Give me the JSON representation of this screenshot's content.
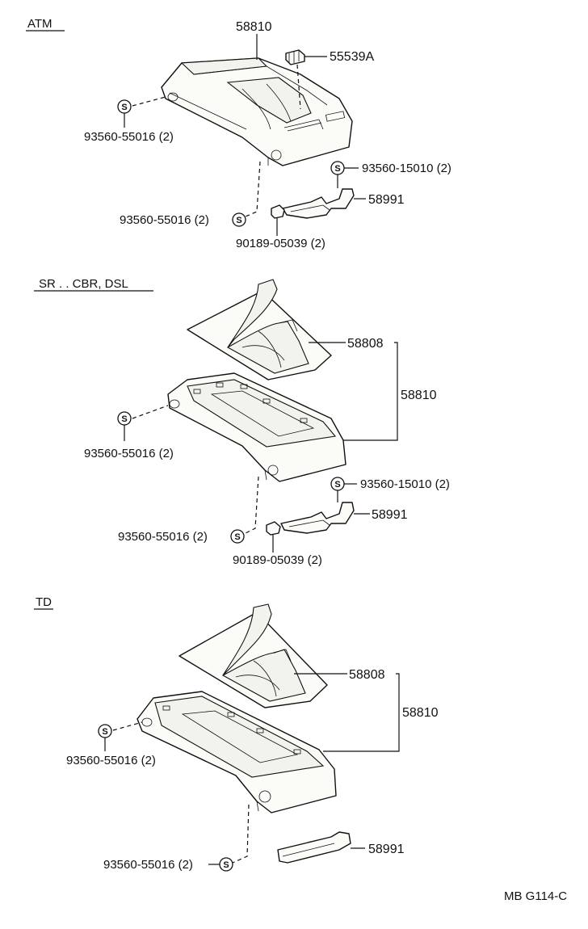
{
  "sections": {
    "atm": {
      "title": "ATM",
      "labels": {
        "p58810": "58810",
        "p55539a": "55539A",
        "screw_left": "93560-55016 (2)",
        "screw_right": "93560-15010 (2)",
        "p58991": "58991",
        "screw_bottom": "93560-55016 (2)",
        "clip": "90189-05039 (2)"
      }
    },
    "sr": {
      "title": "SR . . CBR, DSL",
      "labels": {
        "p58808": "58808",
        "p58810": "58810",
        "screw_left": "93560-55016 (2)",
        "screw_right": "93560-15010 (2)",
        "p58991": "58991",
        "screw_bottom": "93560-55016 (2)",
        "clip": "90189-05039 (2)"
      }
    },
    "td": {
      "title": "TD",
      "labels": {
        "p58808": "58808",
        "p58810": "58810",
        "screw_left": "93560-55016 (2)",
        "p58991": "58991",
        "screw_bottom": "93560-55016 (2)"
      }
    }
  },
  "screw_symbol": "S",
  "diagram_code": "MB G114-C"
}
